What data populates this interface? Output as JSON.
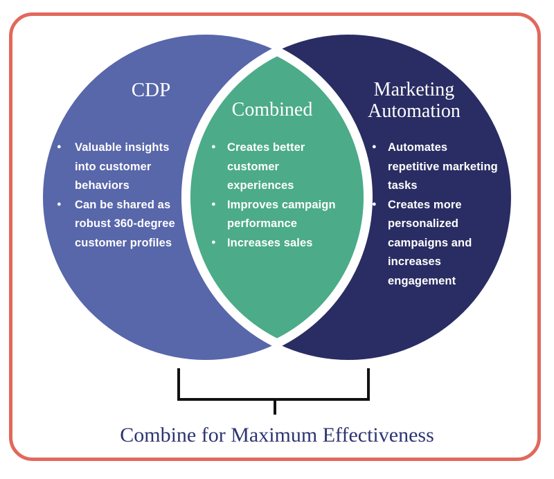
{
  "diagram": {
    "left_circle": {
      "title": "CDP",
      "items": [
        "Valuable insights\ninto customer\nbehaviors",
        "Can be shared as\nrobust 360-degree\ncustomer profiles"
      ]
    },
    "overlap": {
      "title": "Combined",
      "items": [
        "Creates better\ncustomer\nexperiences",
        "Improves campaign\nperformance",
        "Increases sales"
      ]
    },
    "right_circle": {
      "title": "Marketing\nAutomation",
      "items": [
        "Automates\nrepetitive marketing\ntasks",
        "Creates more\npersonalized\ncampaigns and\nincreases\nengagement"
      ]
    },
    "caption": "Combine for Maximum Effectiveness"
  },
  "colors": {
    "left_circle_fill": "#5866aa",
    "right_circle_fill": "#2a2d63",
    "overlap_fill": "#4cab89",
    "overlap_outline": "#ffffff",
    "frame_border": "#e2685c",
    "bracket_stroke": "#121212",
    "caption_text": "#2d3471",
    "circle_text": "#ffffff"
  }
}
